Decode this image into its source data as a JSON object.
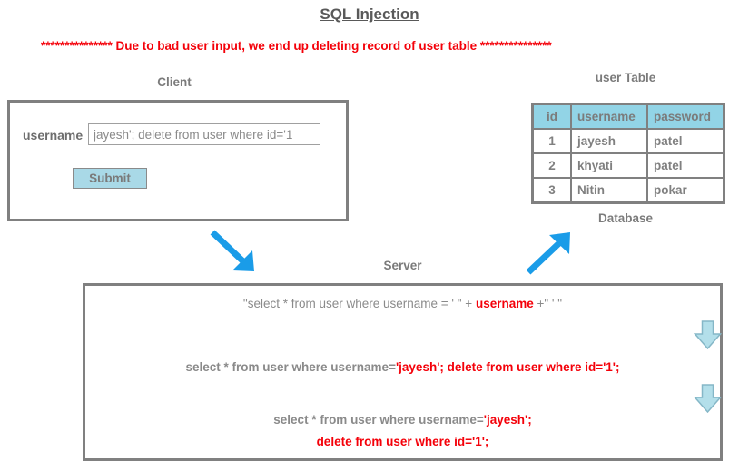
{
  "page": {
    "title": "SQL Injection",
    "banner": "*************** Due to bad user input, we end up deleting record of user table ***************"
  },
  "client": {
    "label": "Client",
    "username_label": "username",
    "username_value": "jayesh'; delete from user where id='1",
    "submit_label": "Submit"
  },
  "database": {
    "table_title": "user Table",
    "caption": "Database",
    "columns": [
      "id",
      "username",
      "password"
    ],
    "rows": [
      [
        "1",
        "jayesh",
        "patel"
      ],
      [
        "2",
        "khyati",
        "patel"
      ],
      [
        "3",
        "Nitin",
        "pokar"
      ]
    ]
  },
  "server": {
    "label": "Server",
    "line1_prefix": "\"select * from user where username = ' \" + ",
    "line1_highlight": "username",
    "line1_suffix": " +\" ' \"",
    "line2_prefix": "select * from user where username=",
    "line2_highlight": "'jayesh'; delete from user where id='1';",
    "line3_prefix": "select * from user where username=",
    "line3_highlight": "'jayesh';",
    "line4": "delete from user where id='1';"
  },
  "icons": {
    "arrow_client_to_server": "arrow-down-right",
    "arrow_server_to_database": "arrow-up-right",
    "flow_arrow": "arrow-down"
  },
  "colors": {
    "accent_blue": "#1a9ce8",
    "flow_arrow_fill": "#b3dfea",
    "flow_arrow_stroke": "#85b7c7",
    "table_header_blue": "#92d4e6",
    "button_blue": "#a9d9e7",
    "text_gray": "#808080",
    "alert_red": "#f40009",
    "border_gray": "#808080"
  }
}
